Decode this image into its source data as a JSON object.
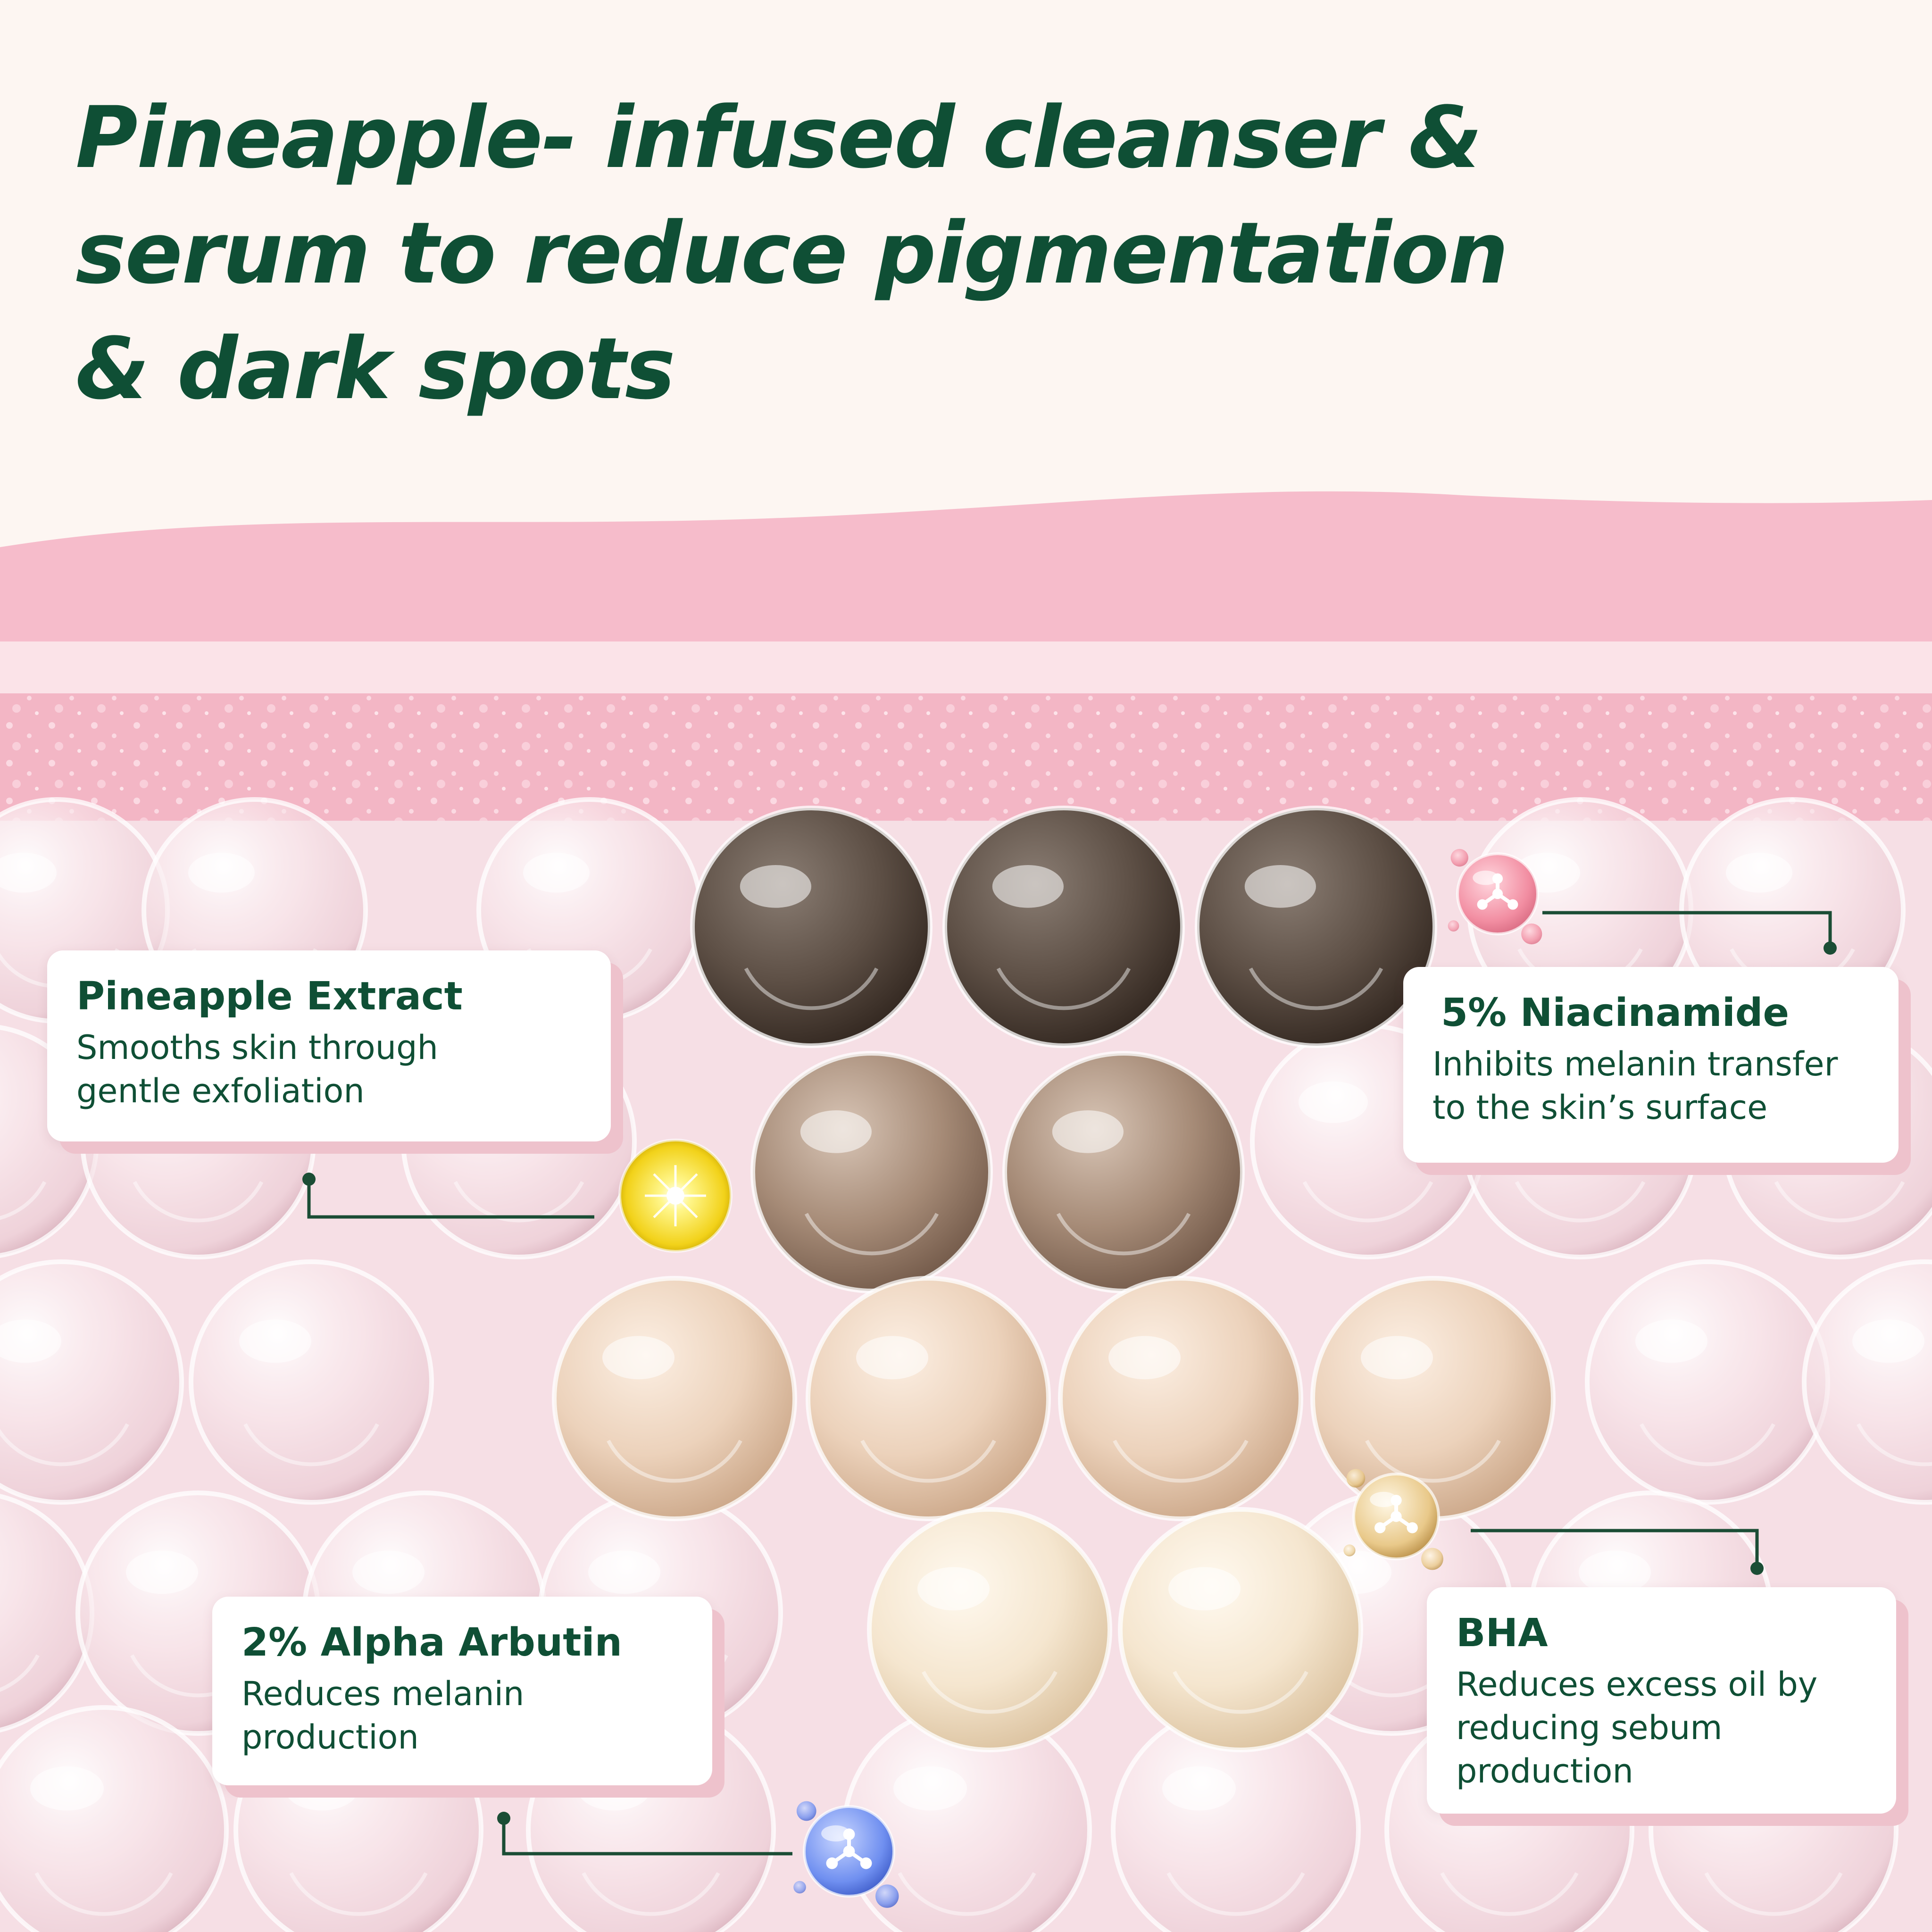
{
  "headline": {
    "line1": "Pineapple- infused cleanser &",
    "line2": "serum to reduce pigmentation",
    "line3": "& dark spots"
  },
  "colors": {
    "background": "#fdf6f2",
    "text_green": "#0f4f35",
    "pink_band": "#f6bccb",
    "card_shadow": "#eec2cc"
  },
  "ingredients": [
    {
      "title": "Pineapple Extract",
      "line1": "Smooths skin through",
      "line2": "gentle exfoliation",
      "icon": "yellow-droplet-icon"
    },
    {
      "title": "5% Niacinamide",
      "line1": "Inhibits melanin transfer",
      "line2": "to the skin’s surface",
      "icon": "pink-molecule-icon"
    },
    {
      "title": "2% Alpha Arbutin",
      "line1": "Reduces melanin",
      "line2": "production",
      "icon": "blue-molecule-icon"
    },
    {
      "title": "BHA",
      "line1": "Reduces excess oil by",
      "line2": "reducing sebum",
      "line3": "production",
      "icon": "gold-molecule-icon"
    }
  ]
}
